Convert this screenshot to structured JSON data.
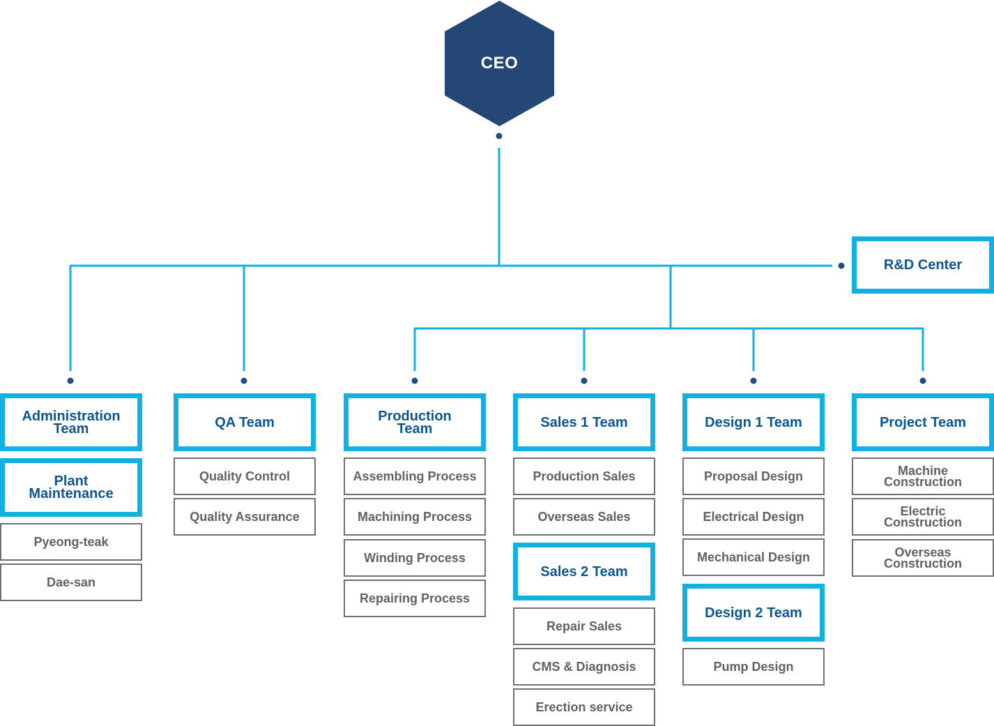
{
  "ceo": "CEO",
  "rnd": "R&D Center",
  "admin": {
    "team": "Administration\nTeam",
    "sub_team": "Plant\nMaintenance",
    "units": [
      "Pyeong-teak",
      "Dae-san"
    ]
  },
  "qa": {
    "team": "QA Team",
    "units": [
      "Quality  Control",
      "Quality Assurance"
    ]
  },
  "production": {
    "team": "Production\nTeam",
    "units": [
      "Assembling Process",
      "Machining Process",
      "Winding Process",
      "Repairing Process"
    ]
  },
  "sales1": {
    "team": "Sales 1 Team",
    "units": [
      "Production Sales",
      "Overseas Sales"
    ]
  },
  "sales2": {
    "team": "Sales 2 Team",
    "units": [
      "Repair Sales",
      "CMS & Diagnosis",
      "Erection service"
    ]
  },
  "design1": {
    "team": "Design 1 Team",
    "units": [
      "Proposal Design",
      "Electrical Design",
      "Mechanical Design"
    ]
  },
  "design2": {
    "team": "Design 2 Team",
    "units": [
      "Pump Design"
    ]
  },
  "project": {
    "team": "Project Team",
    "units": [
      "Machine\nConstruction",
      "Electric\nConstruction",
      "Overseas\nConstruction"
    ]
  },
  "colors": {
    "ceo_fill": "#244775",
    "connector": "#13b0e2",
    "dot": "#1f4f80",
    "team_border": "#13b0e2",
    "team_text": "#0d5590",
    "unit_border": "#707070",
    "unit_text": "#616161"
  }
}
